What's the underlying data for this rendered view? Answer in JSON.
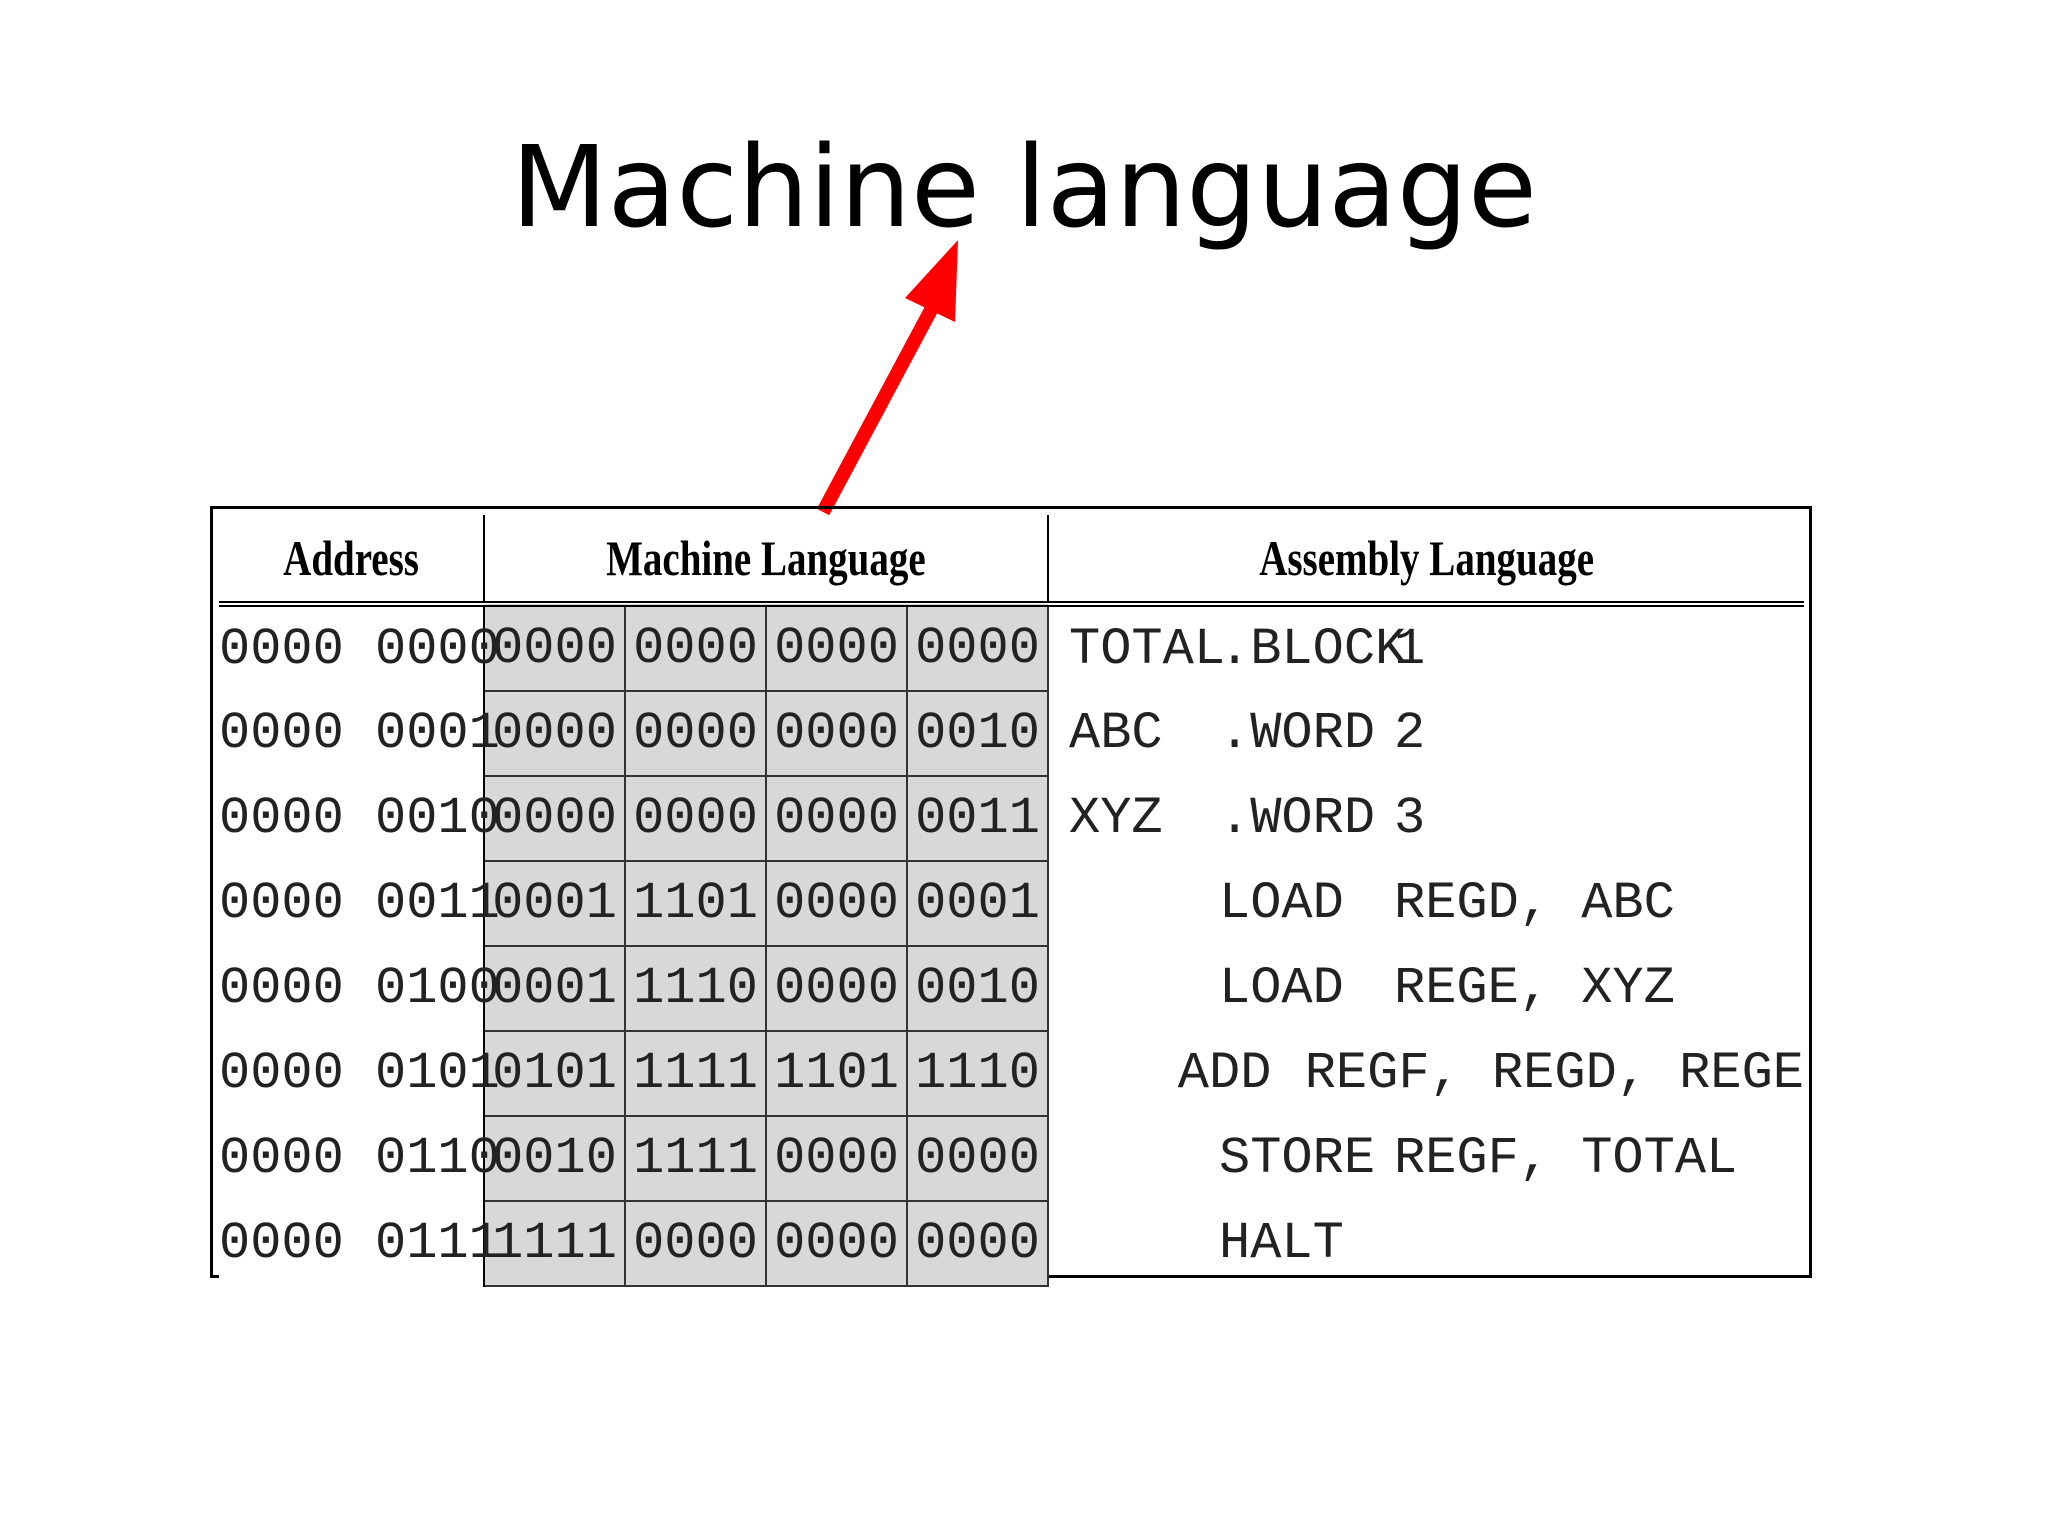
{
  "title": "Machine language",
  "table": {
    "headers": {
      "address": "Address",
      "machine": "Machine Language",
      "assembly": "Assembly Language"
    },
    "rows": [
      {
        "address": "0000 0000",
        "machine": [
          "0000",
          "0000",
          "0000",
          "0000"
        ],
        "label": "TOTAL",
        "op": ".BLOCK",
        "args": "1"
      },
      {
        "address": "0000 0001",
        "machine": [
          "0000",
          "0000",
          "0000",
          "0010"
        ],
        "label": "ABC",
        "op": ".WORD",
        "args": "2"
      },
      {
        "address": "0000 0010",
        "machine": [
          "0000",
          "0000",
          "0000",
          "0011"
        ],
        "label": "XYZ",
        "op": ".WORD",
        "args": "3"
      },
      {
        "address": "0000 0011",
        "machine": [
          "0001",
          "1101",
          "0000",
          "0001"
        ],
        "label": "",
        "op": "LOAD",
        "args": "REGD, ABC"
      },
      {
        "address": "0000 0100",
        "machine": [
          "0001",
          "1110",
          "0000",
          "0010"
        ],
        "label": "",
        "op": "LOAD",
        "args": "REGE, XYZ"
      },
      {
        "address": "0000 0101",
        "machine": [
          "0101",
          "1111",
          "1101",
          "1110"
        ],
        "label": "",
        "op": "ADD",
        "args": "REGF, REGD, REGE"
      },
      {
        "address": "0000 0110",
        "machine": [
          "0010",
          "1111",
          "0000",
          "0000"
        ],
        "label": "",
        "op": "STORE",
        "args": "REGF, TOTAL"
      },
      {
        "address": "0000 0111",
        "machine": [
          "1111",
          "0000",
          "0000",
          "0000"
        ],
        "label": "",
        "op": "HALT",
        "args": ""
      }
    ]
  },
  "colors": {
    "arrow": "#ff0000",
    "machine_cell_bg": "#d8d8d8"
  }
}
